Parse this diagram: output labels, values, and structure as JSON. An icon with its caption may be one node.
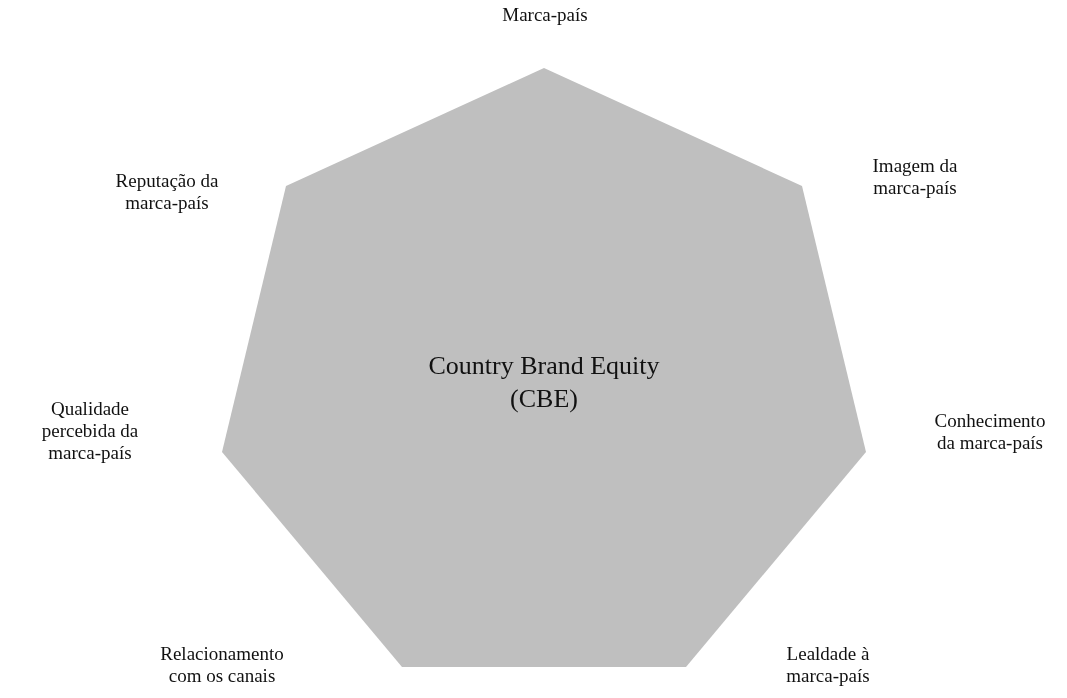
{
  "diagram": {
    "nodes": [
      {
        "text": [
          "Country Brand Equity (CBE)"
        ]
      }
    ],
    "labels": [
      "Marca-país",
      "Reputação da marca-país",
      "Imagem da marca-país",
      "Qualidade percebida da marca-país",
      "Conhecimento da marca-país",
      "Relacionamento com os canais",
      "Lealdade à marca-país"
    ]
  }
}
